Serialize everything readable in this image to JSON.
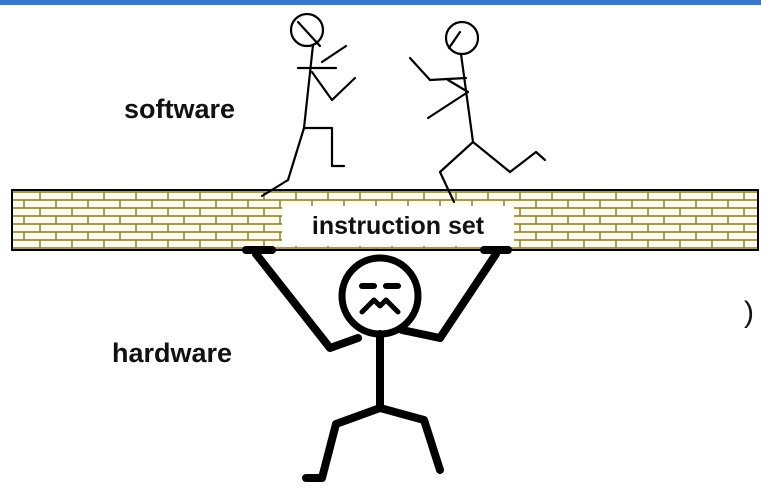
{
  "labels": {
    "software": "software",
    "hardware": "hardware",
    "instruction_set": "instruction set",
    "edge_glyph": ")"
  },
  "colors": {
    "top_bar": "#3a78c9",
    "brick_fill": "#fffbe8",
    "mortar": "#8a7a2a",
    "figure_stroke": "#000000"
  }
}
